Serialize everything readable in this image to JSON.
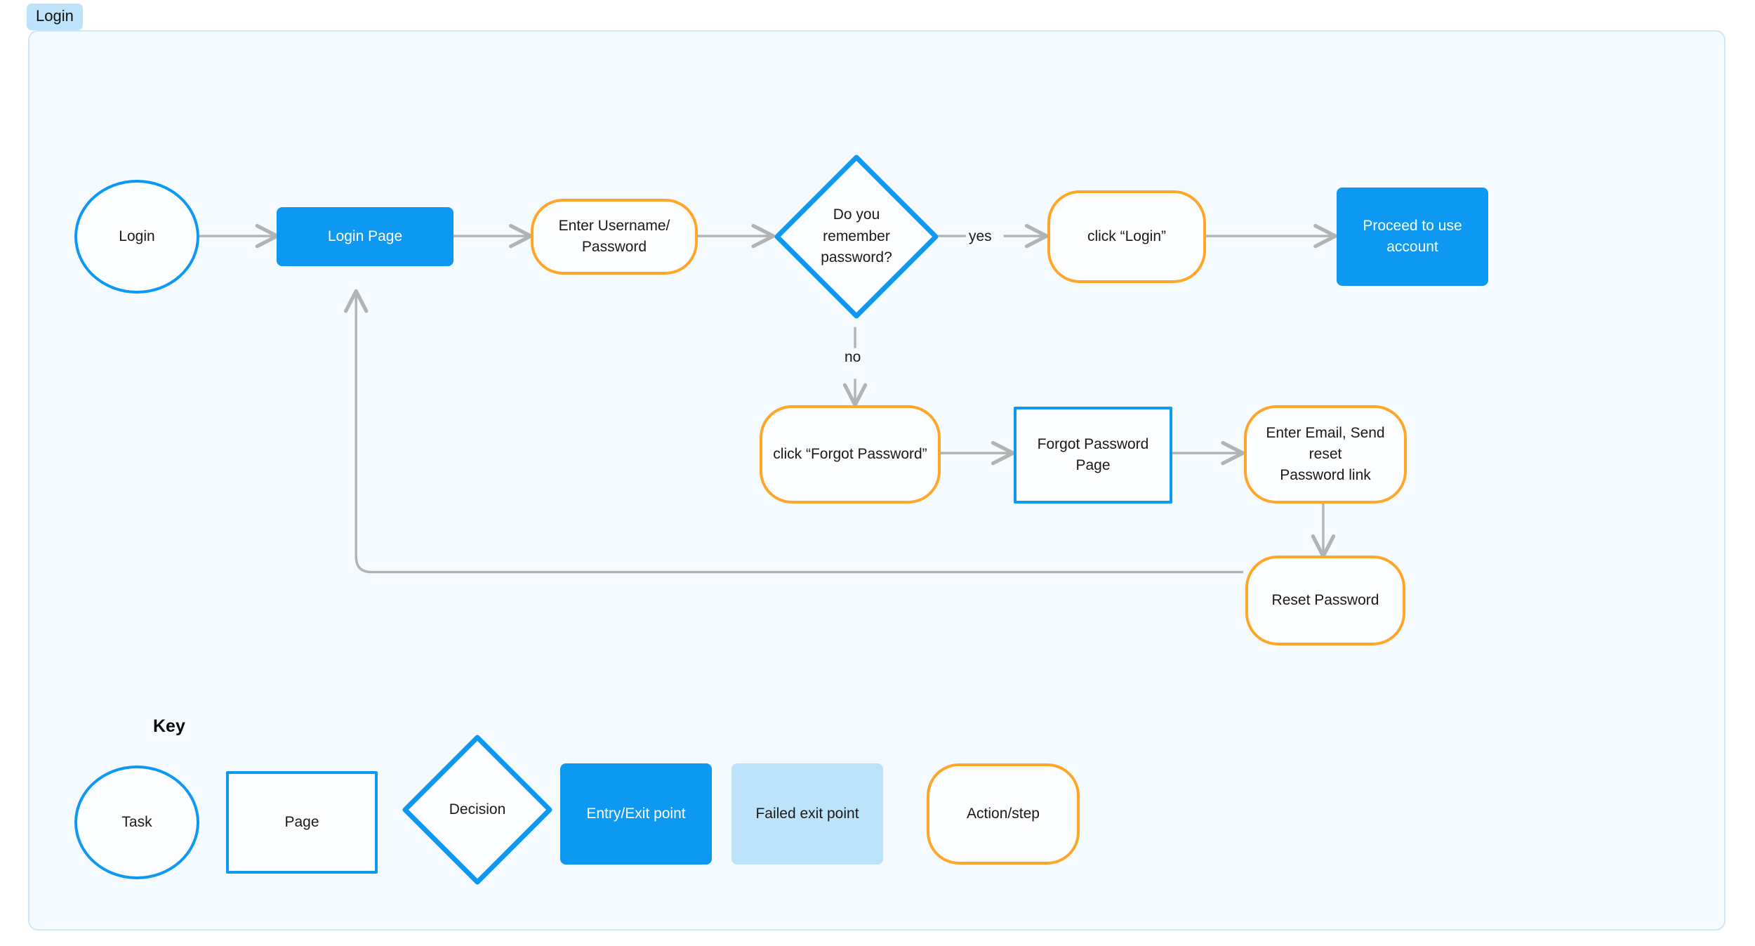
{
  "tab": {
    "label": "Login"
  },
  "diagram": {
    "title": "Login",
    "nodes": [
      {
        "id": "login",
        "label": "Login",
        "shape": "circle",
        "style": "task"
      },
      {
        "id": "login_page",
        "label": "Login Page",
        "shape": "rect-filled",
        "style": "entry-exit-point"
      },
      {
        "id": "enter_creds",
        "label": "Enter Username/\nPassword",
        "shape": "pill",
        "style": "action-step"
      },
      {
        "id": "remember_pw",
        "label": "Do you\nremember\npassword?",
        "shape": "diamond",
        "style": "decision"
      },
      {
        "id": "click_login",
        "label": "click “Login”",
        "shape": "pill",
        "style": "action-step"
      },
      {
        "id": "proceed",
        "label": "Proceed to use account",
        "shape": "rect-filled",
        "style": "entry-exit-point"
      },
      {
        "id": "click_forgot",
        "label": "click “Forgot Password”",
        "shape": "pill",
        "style": "action-step"
      },
      {
        "id": "forgot_page",
        "label": "Forgot Password Page",
        "shape": "rect-outline",
        "style": "page"
      },
      {
        "id": "enter_email",
        "label": "Enter Email, Send reset\nPassword link",
        "shape": "pill",
        "style": "action-step"
      },
      {
        "id": "reset_pw",
        "label": "Reset Password",
        "shape": "pill",
        "style": "action-step"
      }
    ],
    "edges": [
      {
        "from": "login",
        "to": "login_page",
        "label": ""
      },
      {
        "from": "login_page",
        "to": "enter_creds",
        "label": ""
      },
      {
        "from": "enter_creds",
        "to": "remember_pw",
        "label": ""
      },
      {
        "from": "remember_pw",
        "to": "click_login",
        "label": "yes"
      },
      {
        "from": "click_login",
        "to": "proceed",
        "label": ""
      },
      {
        "from": "remember_pw",
        "to": "click_forgot",
        "label": "no"
      },
      {
        "from": "click_forgot",
        "to": "forgot_page",
        "label": ""
      },
      {
        "from": "forgot_page",
        "to": "enter_email",
        "label": ""
      },
      {
        "from": "enter_email",
        "to": "reset_pw",
        "label": ""
      },
      {
        "from": "reset_pw",
        "to": "login_page",
        "label": ""
      }
    ],
    "edge_labels": {
      "yes": "yes",
      "no": "no"
    }
  },
  "key": {
    "title": "Key",
    "items": [
      {
        "label": "Task",
        "shape": "circle"
      },
      {
        "label": "Page",
        "shape": "rect-outline"
      },
      {
        "label": "Decision",
        "shape": "diamond"
      },
      {
        "label": "Entry/Exit point",
        "shape": "rect-filled"
      },
      {
        "label": "Failed exit point",
        "shape": "rect-light"
      },
      {
        "label": "Action/step",
        "shape": "pill"
      }
    ]
  },
  "colors": {
    "blue": "#0D99F2",
    "orange": "#FFA629",
    "light_blue": "#BDE3FA",
    "edge_gray": "#B3B3B3",
    "canvas_bg": "#F4FAFE",
    "canvas_border": "#CFE8F8",
    "text": "#1A1A1A"
  }
}
